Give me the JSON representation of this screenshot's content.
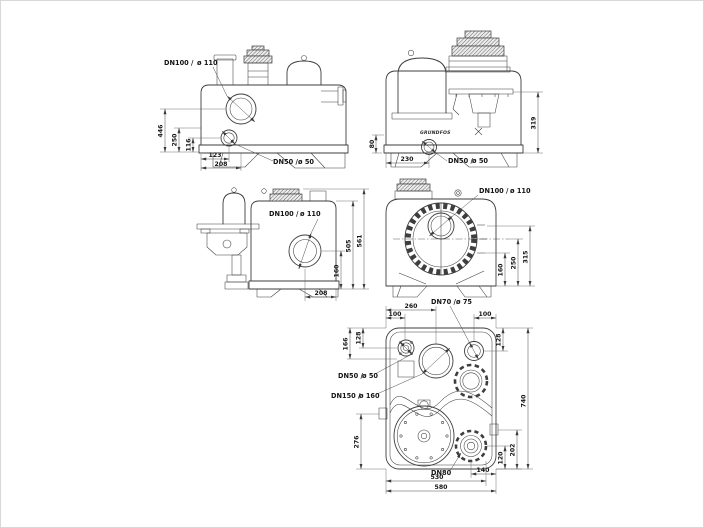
{
  "colors": {
    "line": "#3e3e3e",
    "text": "#151515",
    "background": "#ffffff"
  },
  "views": {
    "v1": {
      "dn100": "DN100 /",
      "dn100_dia": "ø 110",
      "dn50": "DN50 /",
      "dn50_dia": "ø 50",
      "d446": "446",
      "d250": "250",
      "d116": "116",
      "d123": "123",
      "d208": "208"
    },
    "v2": {
      "brand": "GRUNDFOS",
      "d319": "319",
      "d80": "80",
      "d230": "230",
      "dn50": "DN50 /",
      "dn50_dia": "ø 50"
    },
    "v3": {
      "dn100": "DN100 /",
      "dn100_dia": "ø 110",
      "d505": "505",
      "d561": "561",
      "d160": "160",
      "d208": "208"
    },
    "v4": {
      "dn100": "DN100 /",
      "dn100_dia": "ø 110",
      "d315": "315",
      "d250": "250",
      "d160": "160"
    },
    "v5": {
      "dn70": "DN70 /",
      "dn70_dia": "ø 75",
      "dn50": "DN50 /",
      "dn50_dia": "ø 50",
      "dn150": "DN150 /",
      "dn150_dia": "ø 160",
      "dn80": "DN80",
      "d260": "260",
      "d100l": "100",
      "d100r": "100",
      "d128l": "128",
      "d166": "166",
      "d128r": "128",
      "d740": "740",
      "d276": "276",
      "d120": "120",
      "d202": "202",
      "d140": "140",
      "d530": "530",
      "d580": "580"
    }
  }
}
